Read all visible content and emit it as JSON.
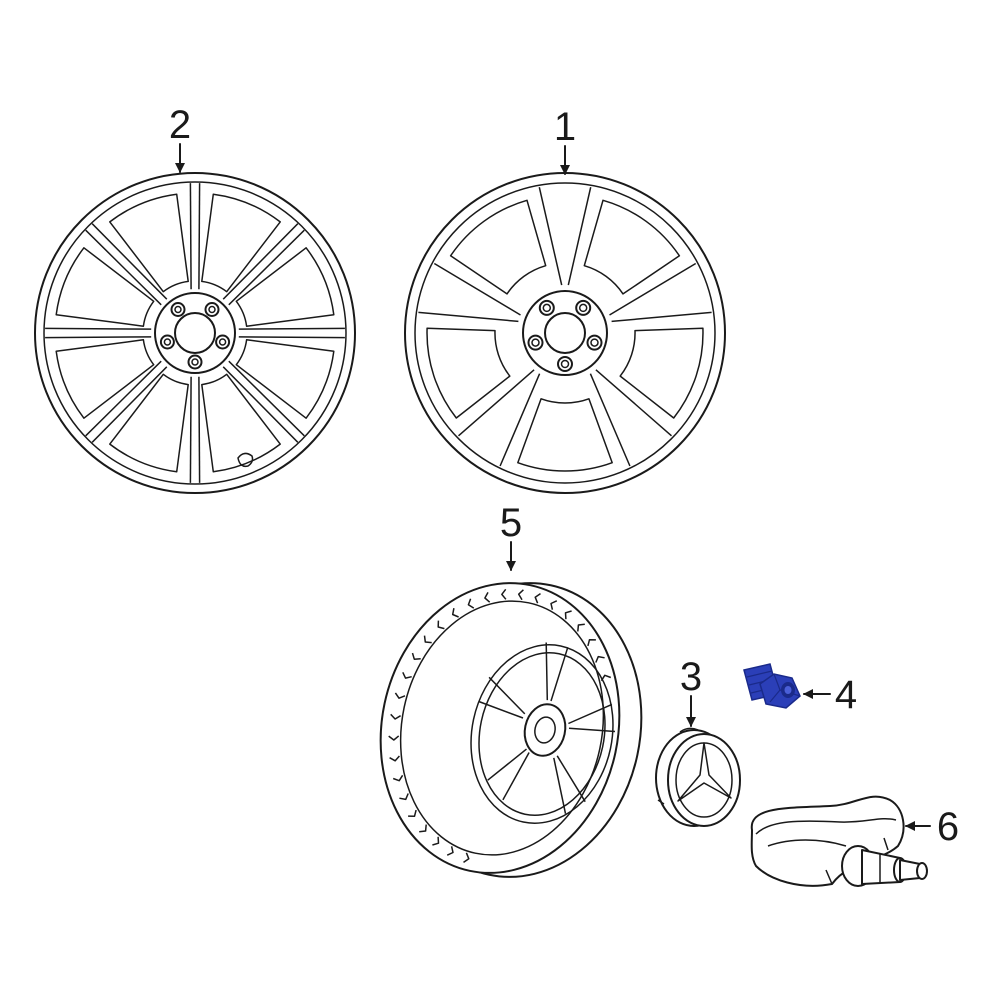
{
  "callouts": {
    "c1": "1",
    "c2": "2",
    "c3": "3",
    "c4": "4",
    "c5": "5",
    "c6": "6"
  },
  "colors": {
    "line": "#1a1a1a",
    "highlight": "#2b3fb8",
    "highlight_dark": "#1a2a8a",
    "background": "#ffffff"
  }
}
